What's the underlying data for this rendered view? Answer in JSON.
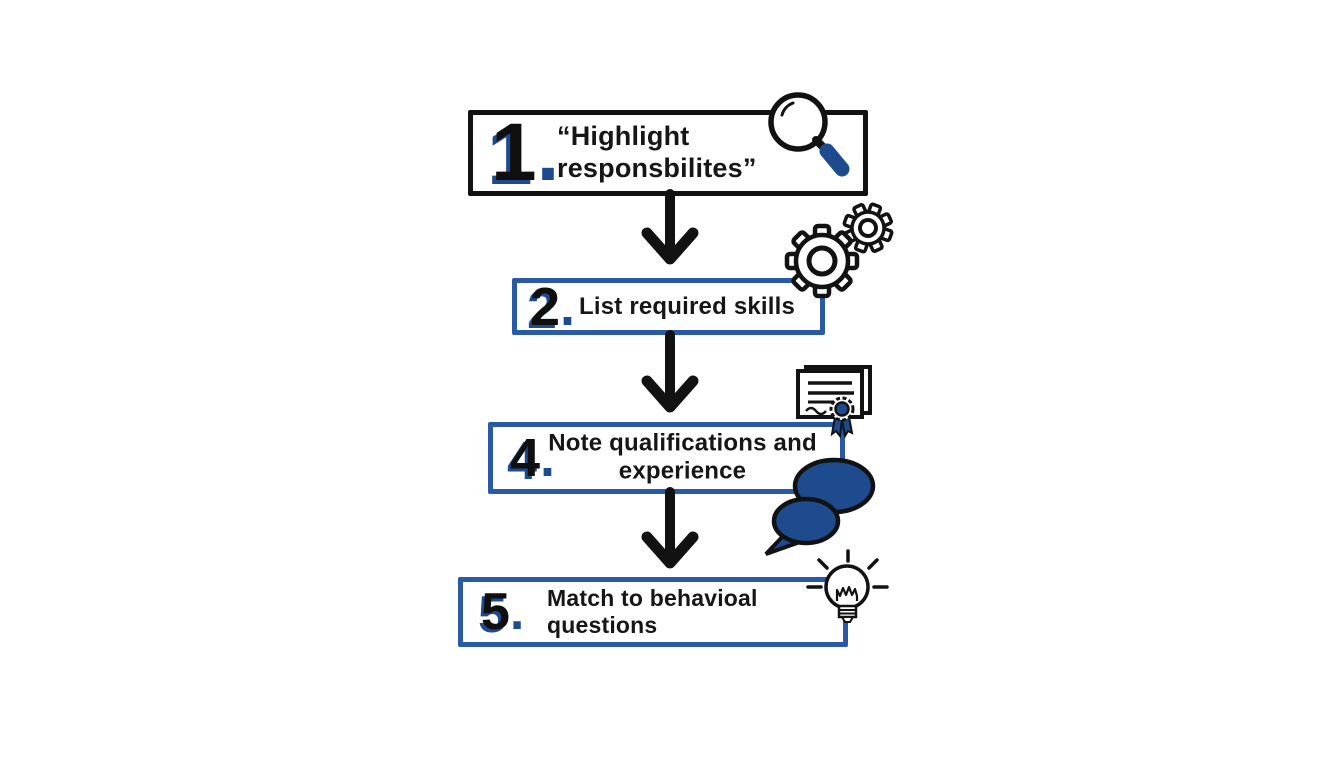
{
  "page": {
    "background": "#ffffff",
    "description": "Five-part job-description analysis flowchart"
  },
  "colors": {
    "accent_blue": "#1e4a8e",
    "border_blue": "#2a5aa5",
    "ink": "#121212",
    "box_bg": "#ffffff",
    "page_bg": "#ffffff"
  },
  "steps": [
    {
      "number": "1",
      "dot": ".",
      "lines": [
        "“Highlight",
        "responsbilites”"
      ],
      "icons": [
        "magnifying-glass"
      ]
    },
    {
      "number": "2",
      "dot": ".",
      "lines": [
        "List required skills"
      ],
      "icons": [
        "gears"
      ]
    },
    {
      "number": "4",
      "dot": ".",
      "lines": [
        "Note qualifications and",
        "experience"
      ],
      "icons": [
        "certificate",
        "speech-bubbles"
      ]
    },
    {
      "number": "5",
      "dot": ".",
      "lines": [
        "Match to behavioal",
        "questions"
      ],
      "icons": [
        "lightbulb"
      ]
    }
  ]
}
